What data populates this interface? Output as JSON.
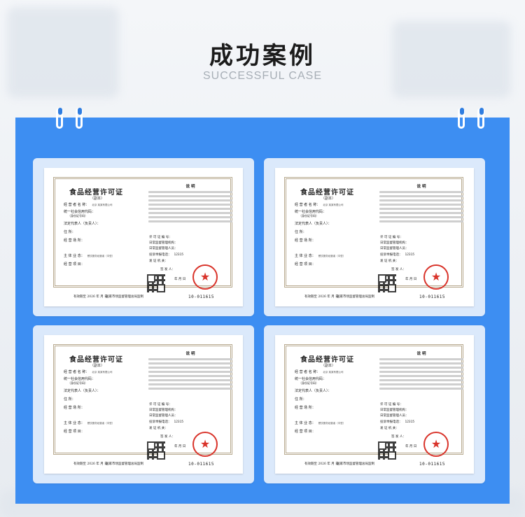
{
  "header": {
    "title": "成功案例",
    "subtitle": "SUCCESSFUL CASE"
  },
  "colors": {
    "board": "#3d8ef2",
    "card": "#dbe9fb",
    "seal": "#d9342b"
  },
  "licenses": [
    {
      "title": "食品经营许可证",
      "copy_label": "（副本）",
      "operator_label": "经 营 者 名 称：",
      "operator_value": "北京 某某有限公司",
      "credit_label": "统一社会信用代码：",
      "id_label": "（身份证号码）",
      "legal_label": "法定代表人（负责人）：",
      "residence_label": "住 所：",
      "address_label": "经 营 场 所：",
      "subject_label": "主 体 业 态：",
      "subject_value": "餐饮服务经营者（中型）",
      "items_label": "经 营 项 目：",
      "explain_title": "说 明",
      "license_no_label": "许 可 证 编 号：",
      "supervise_label": "日常监督管理机构：",
      "supervise_person_label": "日常监督管理人员：",
      "report_label": "投诉举报电话：",
      "report_value": "12315",
      "issuer_label": "发 证 机 关：",
      "signer_label": "签 发 人：",
      "date_label": "年 月 日",
      "valid_label": "有效期至",
      "valid_value": "2026 年 月 日",
      "footer_left": "国家市场监督管理总局监制",
      "footer_right": "10-011615"
    },
    {
      "title": "食品经营许可证",
      "copy_label": "（副本）",
      "operator_label": "经 营 者 名 称：",
      "operator_value": "北京 某某有限公司",
      "credit_label": "统一社会信用代码：",
      "id_label": "（身份证号码）",
      "legal_label": "法定代表人（负责人）：",
      "residence_label": "住 所：",
      "address_label": "经 营 场 所：",
      "subject_label": "主 体 业 态：",
      "subject_value": "餐饮服务经营者（中型）",
      "items_label": "经 营 项 目：",
      "explain_title": "说 明",
      "license_no_label": "许 可 证 编 号：",
      "supervise_label": "日常监督管理机构：",
      "supervise_person_label": "日常监督管理人员：",
      "report_label": "投诉举报电话：",
      "report_value": "12315",
      "issuer_label": "发 证 机 关：",
      "signer_label": "签 发 人：",
      "date_label": "年 月 日",
      "valid_label": "有效期至",
      "valid_value": "2026 年 月 日",
      "footer_left": "国家市场监督管理总局监制",
      "footer_right": "10-011615"
    },
    {
      "title": "食品经营许可证",
      "copy_label": "（副本）",
      "operator_label": "经 营 者 名 称：",
      "operator_value": "北京 某某有限公司",
      "credit_label": "统一社会信用代码：",
      "id_label": "（身份证号码）",
      "legal_label": "法定代表人（负责人）：",
      "residence_label": "住 所：",
      "address_label": "经 营 场 所：",
      "subject_label": "主 体 业 态：",
      "subject_value": "餐饮服务经营者（中型）",
      "items_label": "经 营 项 目：",
      "explain_title": "说 明",
      "license_no_label": "许 可 证 编 号：",
      "supervise_label": "日常监督管理机构：",
      "supervise_person_label": "日常监督管理人员：",
      "report_label": "投诉举报电话：",
      "report_value": "12315",
      "issuer_label": "发 证 机 关：",
      "signer_label": "签 发 人：",
      "date_label": "年 月 日",
      "valid_label": "有效期至",
      "valid_value": "2026 年 月 日",
      "footer_left": "国家市场监督管理总局监制",
      "footer_right": "10-011615"
    },
    {
      "title": "食品经营许可证",
      "copy_label": "（副本）",
      "operator_label": "经 营 者 名 称：",
      "operator_value": "北京 某某有限公司",
      "credit_label": "统一社会信用代码：",
      "id_label": "（身份证号码）",
      "legal_label": "法定代表人（负责人）：",
      "residence_label": "住 所：",
      "address_label": "经 营 场 所：",
      "subject_label": "主 体 业 态：",
      "subject_value": "餐饮服务经营者（中型）",
      "items_label": "经 营 项 目：",
      "explain_title": "说 明",
      "license_no_label": "许 可 证 编 号：",
      "supervise_label": "日常监督管理机构：",
      "supervise_person_label": "日常监督管理人员：",
      "report_label": "投诉举报电话：",
      "report_value": "12315",
      "issuer_label": "发 证 机 关：",
      "signer_label": "签 发 人：",
      "date_label": "年 月 日",
      "valid_label": "有效期至",
      "valid_value": "2026 年 月 日",
      "footer_left": "国家市场监督管理总局监制",
      "footer_right": "10-011615"
    }
  ]
}
